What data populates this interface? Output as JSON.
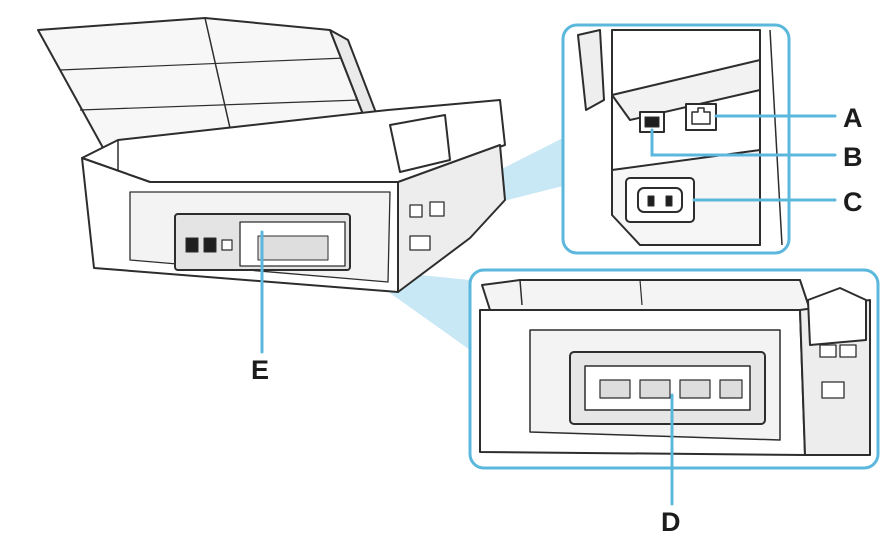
{
  "figure": {
    "accent_color": "#5bb8dc",
    "highlight_fill": "#c9e8f5",
    "line_color": "#2d2d2d",
    "body_fill": "#ffffff",
    "shade_fill": "#e9e9e9"
  },
  "callouts": [
    {
      "id": "A",
      "letter": "A"
    },
    {
      "id": "B",
      "letter": "B"
    },
    {
      "id": "C",
      "letter": "C"
    },
    {
      "id": "D",
      "letter": "D"
    },
    {
      "id": "E",
      "letter": "E"
    }
  ]
}
